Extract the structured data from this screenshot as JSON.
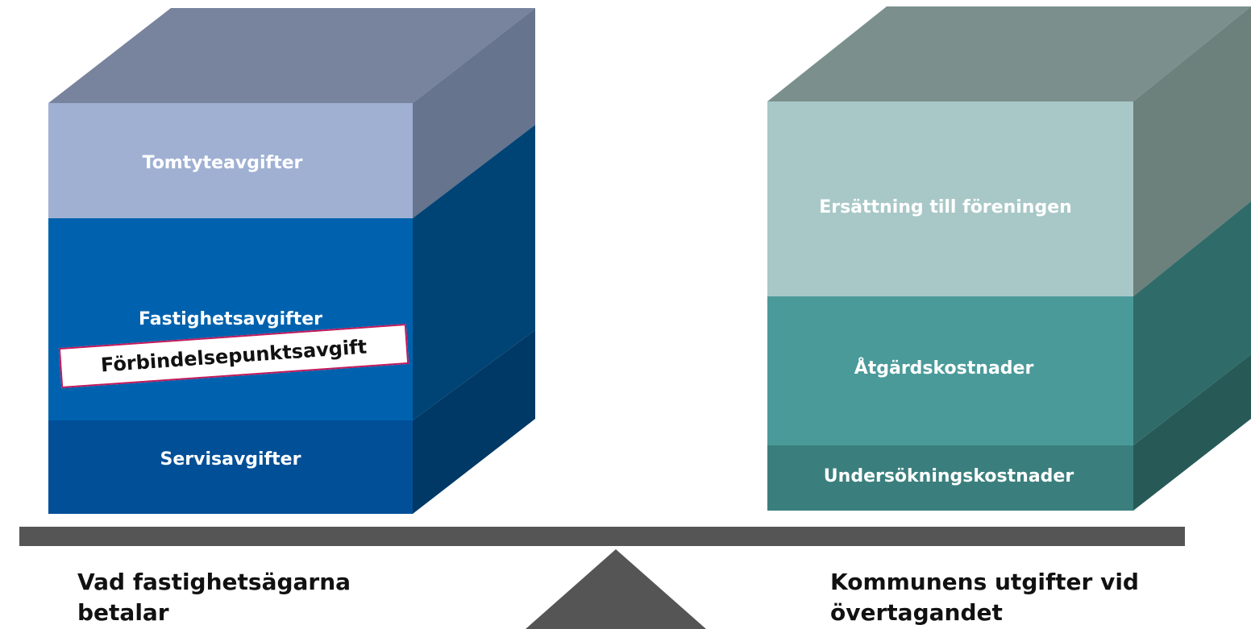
{
  "left_cube": {
    "layers": [
      {
        "label": "Tomtyteavgifter",
        "color": "#9fb0d3"
      },
      {
        "label": "Fastighetsavgifter",
        "color": "#0062ae"
      },
      {
        "label": "Servisavgifter",
        "color": "#014f97"
      }
    ],
    "sticker": {
      "text": "Förbindelsepunktsavgift",
      "border_color": "#c2185b"
    },
    "top_color": "#78839d",
    "side_colors": [
      "#66748e",
      "#004475",
      "#003866"
    ]
  },
  "right_cube": {
    "layers": [
      {
        "label": "Ersättning till föreningen",
        "color": "#a8c8c7"
      },
      {
        "label": "Åtgärdskostnader",
        "color": "#4b9a9a"
      },
      {
        "label": "Undersökningskostnader",
        "color": "#3a7f7d"
      }
    ],
    "top_color": "#7b908d",
    "side_colors": [
      "#6c807c",
      "#2f6b69",
      "#275a57"
    ]
  },
  "balance": {
    "beam_color": "#555555",
    "fulcrum_color": "#555555"
  },
  "captions": {
    "left": "Vad fastighetsägarna betalar",
    "right": "Kommunens utgifter vid övertagandet"
  }
}
